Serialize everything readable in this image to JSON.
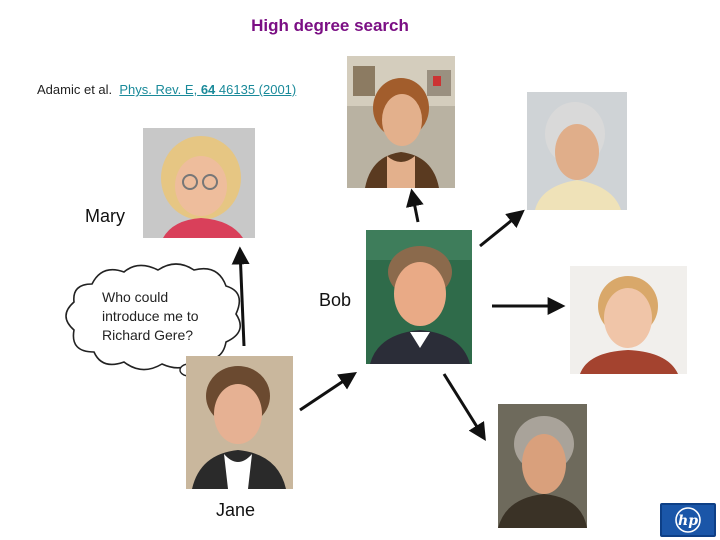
{
  "slide": {
    "title": "High degree search",
    "citation": {
      "authors": "Adamic et al.",
      "journal": "Phys. Rev. E,",
      "volume": "64",
      "pages": "46135 (2001)"
    },
    "thought_bubble": {
      "line1": "Who could",
      "line2": "introduce me to",
      "line3": "Richard Gere?"
    },
    "people": {
      "mary": "Mary",
      "bob": "Bob",
      "jane": "Jane"
    },
    "logo": "hp"
  },
  "colors": {
    "title": "#7b0f84",
    "link": "#1a8a9a",
    "hp_blue": "#1a56a8"
  }
}
